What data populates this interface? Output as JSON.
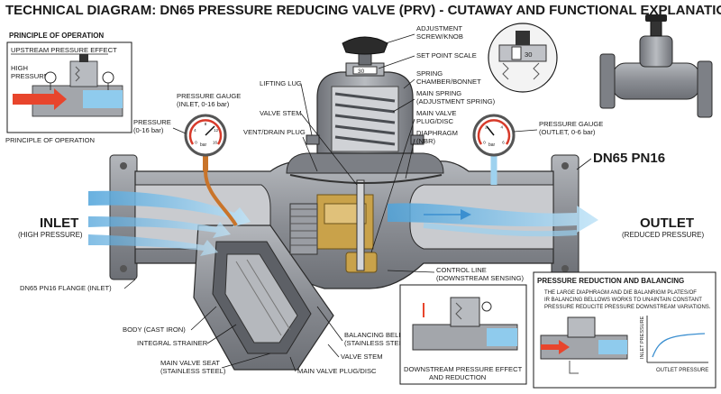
{
  "title": "TECHNICAL DIAGRAM: DN65 PRESSURE REDUCING VALVE (PRV) - CUTAWAY AND FUNCTIONAL EXPLANATION",
  "principle": {
    "heading": "PRINCIPLE OF OPERATION",
    "box_title": "UPSTREAM PRESSURE EFFECT",
    "high_pressure_1": "HIGH",
    "high_pressure_2": "PRESSURE",
    "caption": "PRINCIPLE OF OPERATION"
  },
  "labels": {
    "adjust_1": "ADJUSTMENT",
    "adjust_2": "SCREW/KNOB",
    "set_point": "SET POINT SCALE",
    "spring_ch_1": "SPRING",
    "spring_ch_2": "CHAMBER/BONNET",
    "main_spring_1": "MAIN SPRING",
    "main_spring_2": "(ADJUSTMENT SPRING)",
    "main_valve_1": "MAIN VALVE",
    "main_valve_2": "PLUG/DISC",
    "diaphragm_1": "DIAPHRAGM",
    "diaphragm_2": "(NBR)",
    "lifting_lug": "LIFTING LUG",
    "valve_stem": "VALVE STEM",
    "vent": "VENT/DRAIN PLUG",
    "gauge_in_1": "PRESSURE GAUGE",
    "gauge_in_2": "(INLET, 0-16 bar)",
    "pressure_1": "PRESSURE",
    "pressure_2": "(0-16 bar)",
    "gauge_out_1": "PRESSURE GAUGE",
    "gauge_out_2": "(OUTLET, 0-6 bar)",
    "dn65": "DN65 PN16",
    "inlet": "INLET",
    "inlet_sub": "(HIGH PRESSURE)",
    "outlet": "OUTLET",
    "outlet_sub": "(REDUCED PRESSURE)",
    "flange": "DN65 PN16 FLANGE (INLET)",
    "body": "BODY (CAST IRON)",
    "strainer": "INTEGRAL STRAINER",
    "seat_1": "MAIN VALVE SEAT",
    "seat_2": "(STAINLESS STEEL)",
    "plug_disc": "MAIN VALVE PLUG/DISC",
    "valve_stem_2": "VALVE STEM",
    "bellows_1": "BALANCING BELLOWS",
    "bellows_2": "(STAINLESS STEEL)",
    "control_1": "CONTROL LINE",
    "control_2": "(DOWNSTREAM SENSING)",
    "downstream_1": "DOWNSTREAM PRESSURE EFFECT",
    "downstream_2": "AND REDUCTION"
  },
  "gauges": {
    "unit": "bar",
    "in_ticks": [
      "0",
      "4",
      "8",
      "12",
      "16"
    ],
    "out_ticks": [
      "0",
      "2",
      "4",
      "6"
    ]
  },
  "scale_marks": [
    "30",
    "30"
  ],
  "balancing": {
    "heading": "PRESSURE REDUCTION AND BALANCING",
    "text_1": "THE LARGE DIAPHRAGM AND DIE BALANRIGM PLATES/OF",
    "text_2": "IR BALANCING BELLOWS WORKS TO UNAINTAIN CONSTANT",
    "text_3": "PRESSURE REDUCITE PRESSURE DOWNSTREAM VARIATIONS.",
    "y_axis": "INLET PRESSURE",
    "x_axis": "OUTLET PRESSURE"
  },
  "colors": {
    "flow_high": "#e8452c",
    "flow_low": "#7fc4ea",
    "body": "#8d9096",
    "brass": "#c9a24a"
  }
}
